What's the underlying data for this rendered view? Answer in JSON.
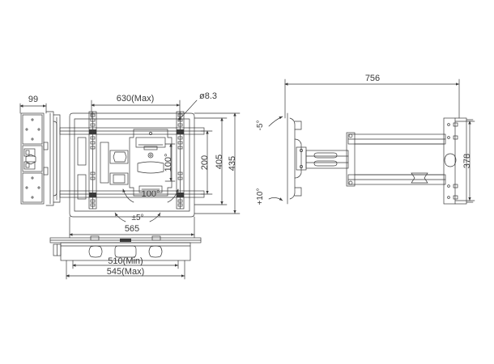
{
  "drawing": {
    "type": "engineering-drawing",
    "subject": "Articulating TV wall mount bracket",
    "background_color": "#ffffff",
    "line_color": "#3a3a3a",
    "units": "mm",
    "views": [
      {
        "name": "side-view-left",
        "label": ""
      },
      {
        "name": "front-view",
        "label": ""
      },
      {
        "name": "bottom-view",
        "label": ""
      },
      {
        "name": "side-view-right",
        "label": ""
      }
    ]
  },
  "dimensions": {
    "side_left_width": "99",
    "front_top_width": "630(Max)",
    "hole_diameter": "ø8.3",
    "inner_height": "200",
    "mid_height": "405",
    "outer_height": "435",
    "swivel_vertical": "100°",
    "swivel_horizontal": "100°",
    "tilt_plus_minus": "±5°",
    "front_bottom_width": "565",
    "bottom_min_width": "510(Min)",
    "bottom_max_width": "545(Max)",
    "extension_depth": "756",
    "plate_height": "378",
    "tilt_up": "-5°",
    "tilt_down": "+10°"
  }
}
